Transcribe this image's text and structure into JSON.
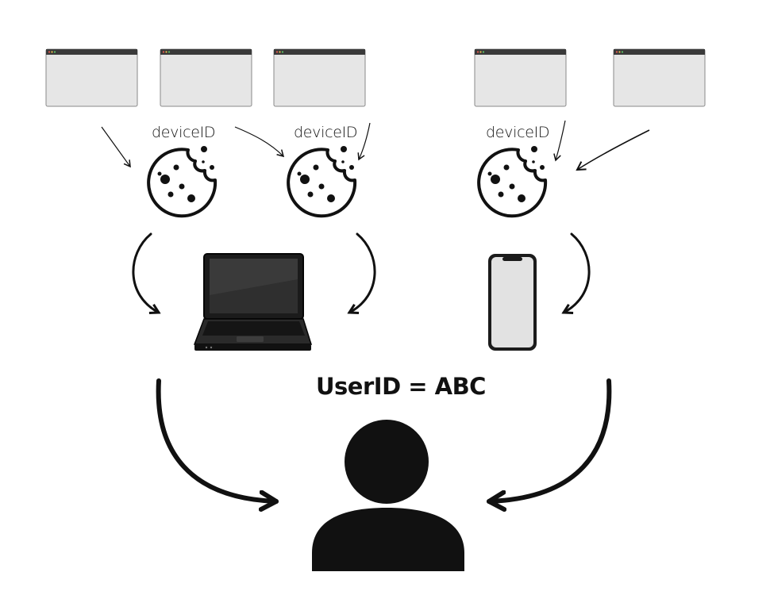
{
  "diagram": {
    "cookie_label": "deviceID",
    "user_label": "UserID = ABC",
    "colors": {
      "ink": "#111111",
      "window_bar": "#3a3a3a",
      "window_body": "#e6e6e6",
      "window_border": "#8a8a8a",
      "background": "#ffffff"
    },
    "nodes": {
      "browser_windows": 5,
      "cookies": 3,
      "devices": [
        "laptop",
        "smartphone"
      ],
      "person": "user-silhouette"
    }
  }
}
